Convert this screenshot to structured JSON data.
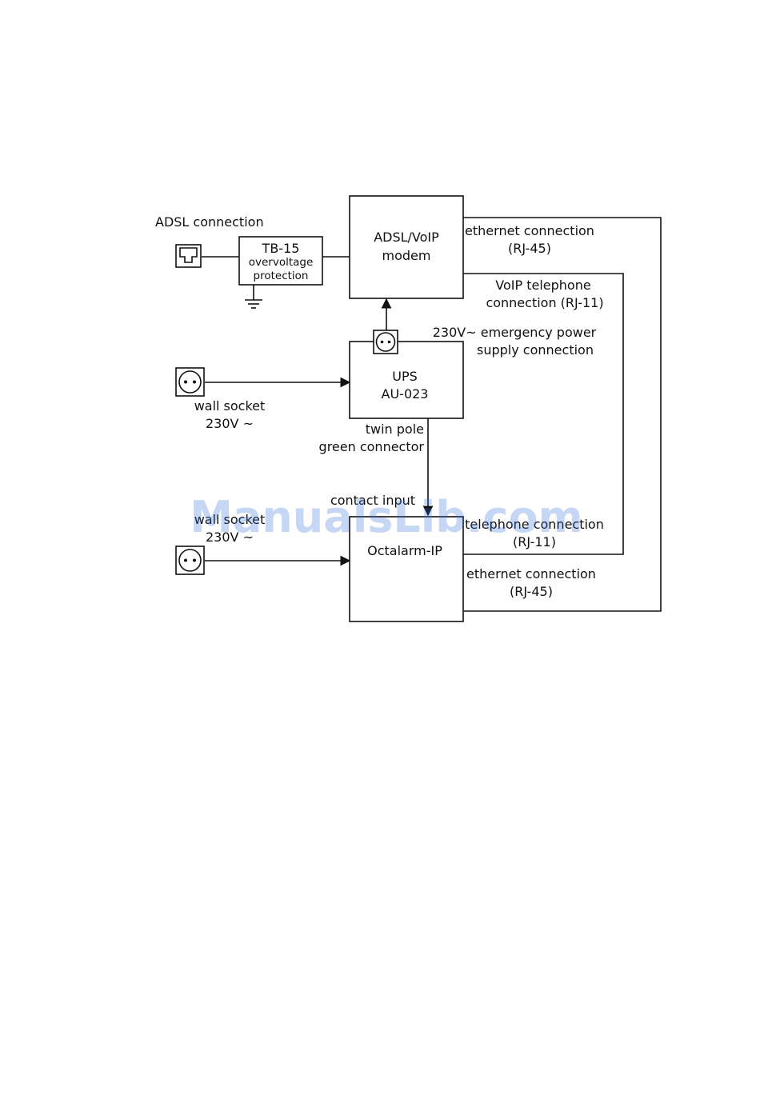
{
  "labels": {
    "adsl_connection": "ADSL connection",
    "tb15_title": "TB-15",
    "tb15_line2": "overvoltage",
    "tb15_line3": "protection",
    "modem_line1": "ADSL/VoIP",
    "modem_line2": "modem",
    "eth1_line1": "ethernet connection",
    "eth1_line2": "(RJ-45)",
    "voip_line1": "VoIP telephone",
    "voip_line2": "connection (RJ-11)",
    "emerg_line1": "230V~ emergency power",
    "emerg_line2": "supply connection",
    "ups_line1": "UPS",
    "ups_line2": "AU-023",
    "wall1_line1": "wall socket",
    "wall1_line2": "230V ~",
    "twin_line1": "twin pole",
    "twin_line2": "green connector",
    "contact_input": "contact input",
    "wall2_line1": "wall socket",
    "wall2_line2": "230V ~",
    "octalarm": "Octalarm-IP",
    "tel_line1": "telephone connection",
    "tel_line2": "(RJ-11)",
    "eth2_line1": "ethernet connection",
    "eth2_line2": "(RJ-45)"
  },
  "watermark": "ManualsLib.com",
  "icons": [
    "rj-jack-icon",
    "ground-icon",
    "power-socket-icon",
    "arrow-icon"
  ],
  "colors": {
    "line": "#111111",
    "watermark": "#2f6fd6"
  }
}
